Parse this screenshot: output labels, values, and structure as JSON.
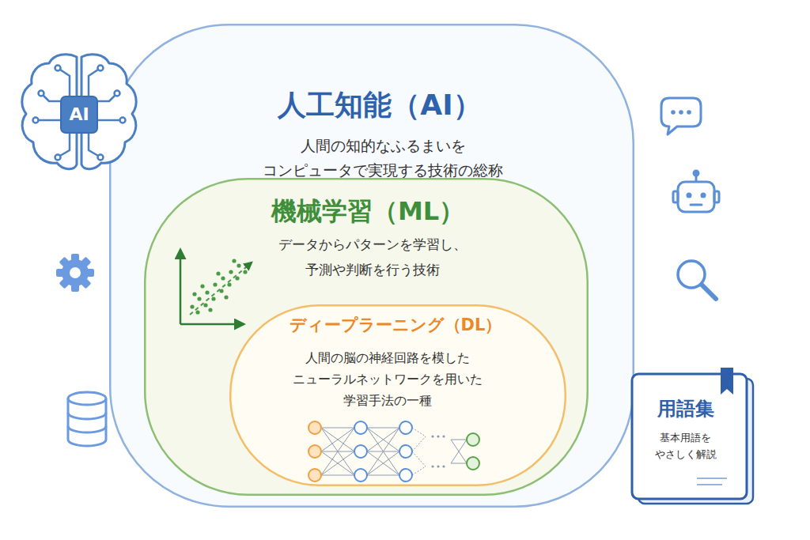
{
  "diagram": {
    "nodes": [
      {
        "text": [
          "人工知能（AI）",
          "人間の知的なふるまいを コンピュータで実現する技術の総称"
        ]
      },
      {
        "text": [
          "機械学習（ML）",
          "データからパターンを学習し、 予測や判断を行う技術"
        ],
        "in": 0
      },
      {
        "text": [
          "ディープラーニング（DL）",
          "人間の脳の神経回路を模した ニューラルネットワークを用いた 学習手法の一種"
        ],
        "in": 1
      },
      {
        "text": [
          "用語集",
          "基本用語を やさしく解説"
        ]
      }
    ],
    "labels": [
      "AI"
    ]
  }
}
